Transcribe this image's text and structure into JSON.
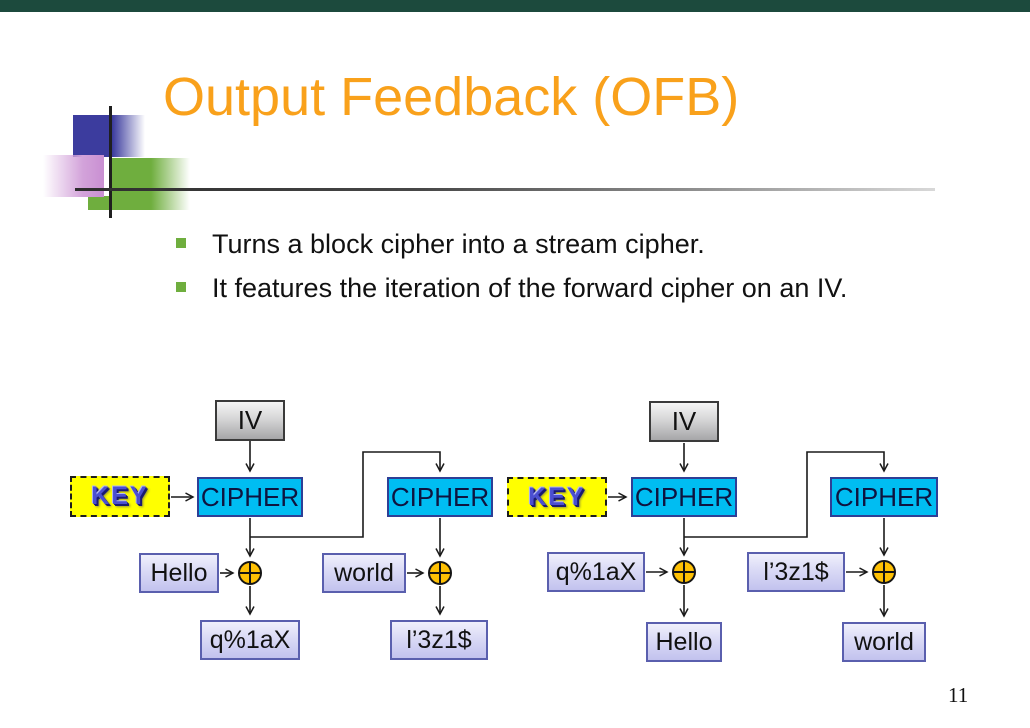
{
  "slide": {
    "title": "Output Feedback (OFB)",
    "bullets": [
      "Turns a block cipher into a stream cipher.",
      "It features the iteration of the forward cipher on an IV."
    ],
    "page_number": "11"
  },
  "colors": {
    "title_orange": "#F9A11B",
    "top_bar_green": "#1C4A3D",
    "bullet_green": "#6FAE3E",
    "decor_blue": "#3C3C9E",
    "decor_purple": "#C98FD2",
    "cipher_fill_cyan": "#00BDF2",
    "key_fill_yellow": "#FFFF00",
    "iv_fill_gray": "#C7C7C9",
    "data_box_lavender": "#D6D6F4",
    "xor_fill_amber": "#FFC104"
  },
  "diagram": {
    "groups": [
      {
        "iv": "IV",
        "key": "KEY",
        "cipher1": "CIPHER",
        "cipher2": "CIPHER",
        "input1": "Hello",
        "input2": "world",
        "output1": "q%1aX",
        "output2": "l’3z1$"
      },
      {
        "iv": "IV",
        "key": "KEY",
        "cipher1": "CIPHER",
        "cipher2": "CIPHER",
        "input1": "q%1aX",
        "input2": "l’3z1$",
        "output1": "Hello",
        "output2": "world"
      }
    ]
  }
}
